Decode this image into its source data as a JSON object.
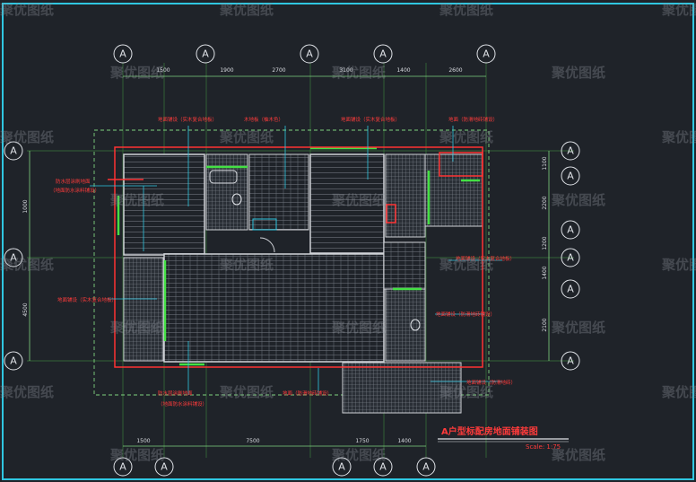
{
  "watermark": "聚优图纸",
  "axis_letter": "A",
  "top_dims": [
    "1500",
    "1900",
    "2700",
    "3100",
    "1400",
    "2600"
  ],
  "bottom_dims": [
    "1500",
    "7500",
    "1750",
    "1400"
  ],
  "left_dims": [
    "1000",
    "4500"
  ],
  "right_dims": [
    "1100",
    "2200",
    "1200",
    "1400",
    "2100"
  ],
  "annotations_red": [
    "地面铺设（实木复合地板）",
    "木地板（柚木色）",
    "地面铺设（实木复合地板）",
    "地面（防滑地砖铺设）",
    "防水层涂刷地面",
    "（地面防水涂料铺设）",
    "地面铺设（实木复合地板）",
    "防水层涂刷地面",
    "（地面防水涂料铺设）",
    "地面（防滑地砖铺设）",
    "地面铺设（实木复合地板）",
    "地面铺设（防滑地砖铺设）",
    "地面铺设（防滑地砖）"
  ],
  "title": "A户型标配房地面铺装图",
  "scale": "Scale: 1:75"
}
